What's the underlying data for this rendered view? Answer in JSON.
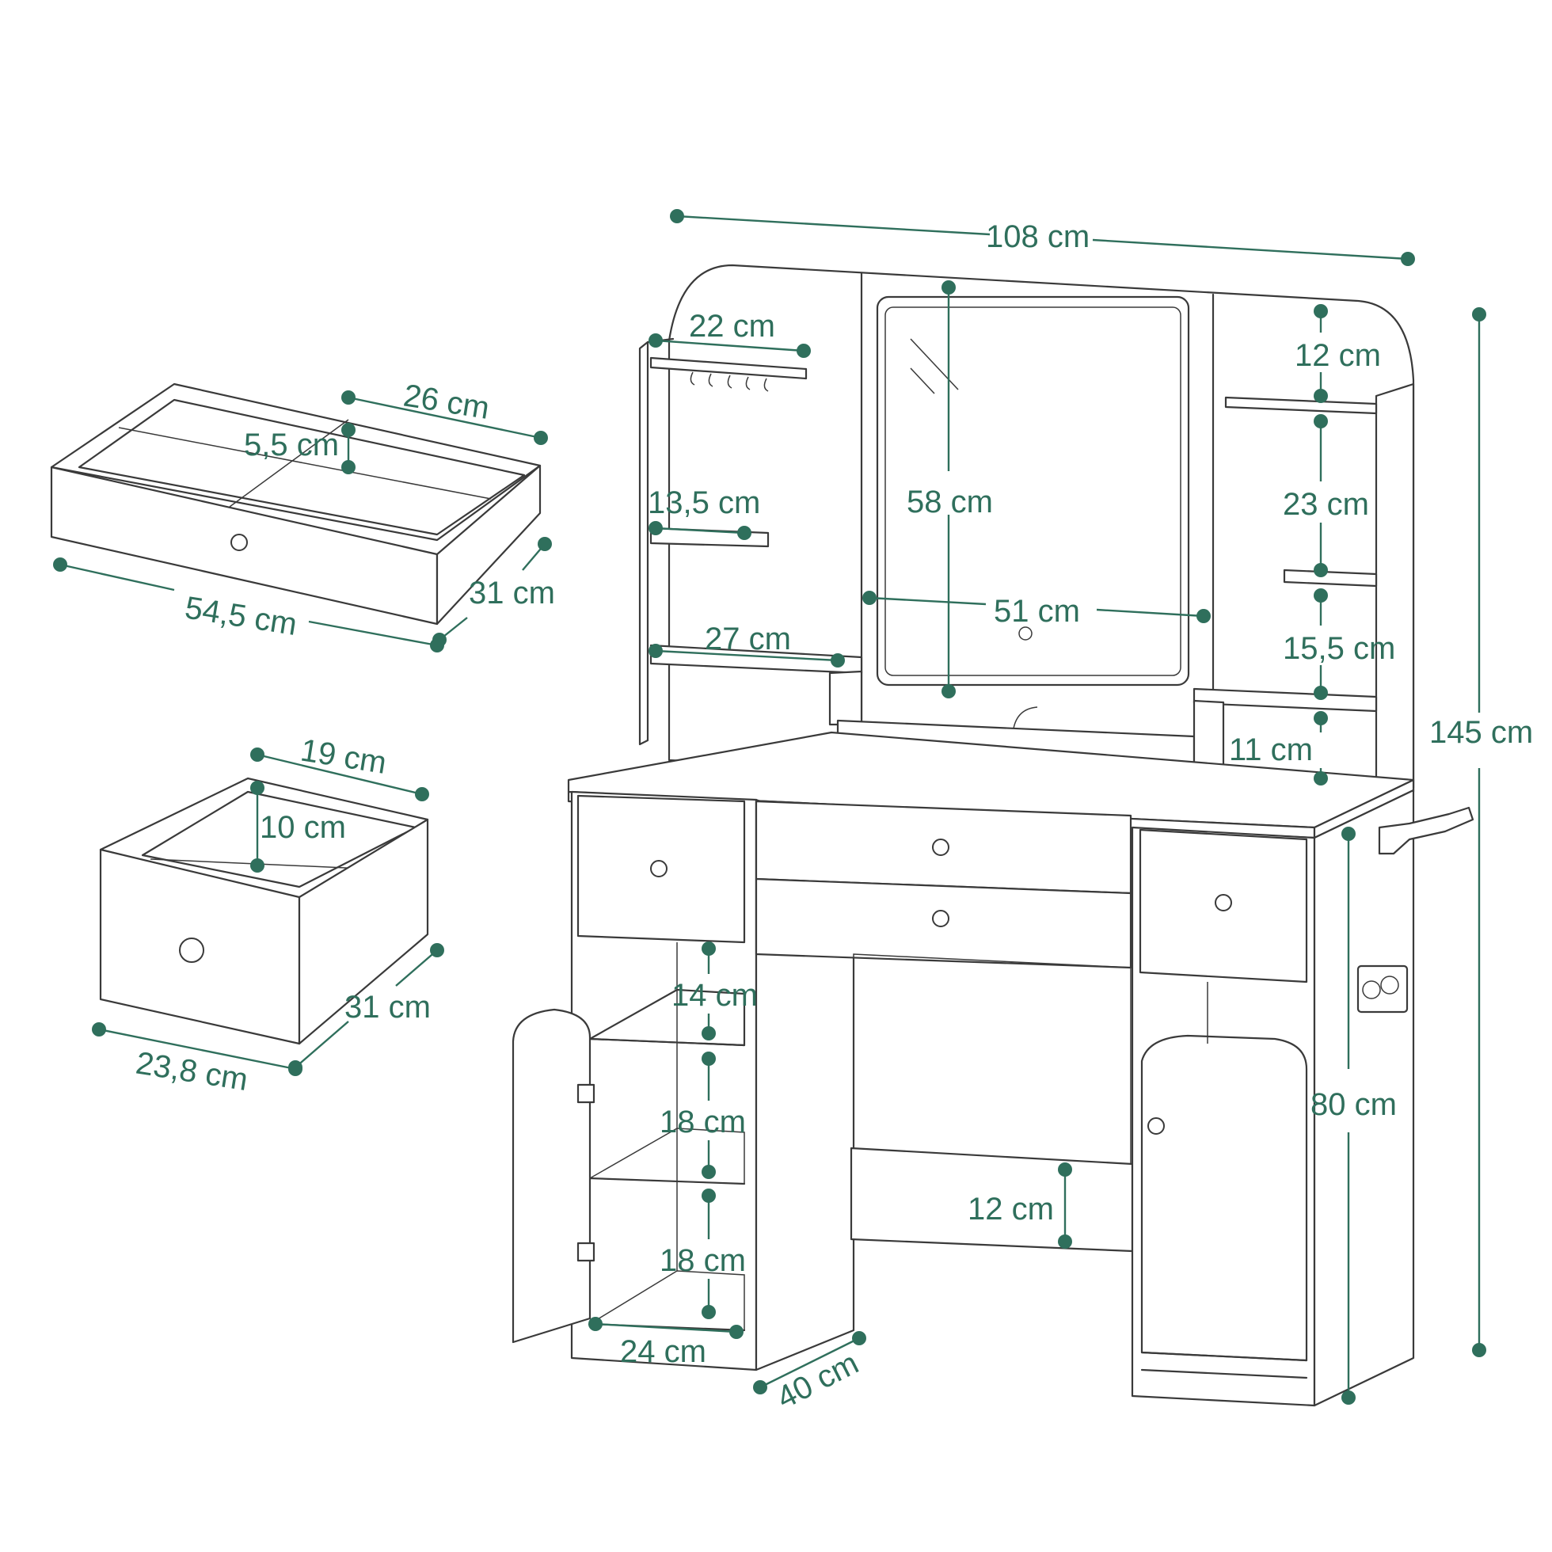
{
  "labels": {
    "width_total": "108 cm",
    "height_total": "145 cm",
    "desk_height": "80 cm",
    "depth": "40 cm",
    "mirror_height": "58 cm",
    "mirror_width": "51 cm",
    "hook_shelf": "22 cm",
    "left_small_shelf": "13,5 cm",
    "left_long_shelf": "27 cm",
    "right_gap_top": "12 cm",
    "right_gap_mid": "23 cm",
    "right_gap_low": "15,5 cm",
    "right_gap_bottom": "11 cm",
    "cab_gap1": "14 cm",
    "cab_gap2": "18 cm",
    "cab_gap3": "18 cm",
    "cab_width": "24 cm",
    "legroom_board": "12 cm",
    "large_drawer_width": "54,5 cm",
    "large_drawer_depth": "31 cm",
    "large_drawer_inner": "26 cm",
    "large_drawer_height": "5,5 cm",
    "small_drawer_width": "23,8 cm",
    "small_drawer_depth": "31 cm",
    "small_drawer_inner": "19 cm",
    "small_drawer_height": "10 cm"
  },
  "colors": {
    "accent": "#2f6f5c",
    "line": "#3a3a3a"
  }
}
